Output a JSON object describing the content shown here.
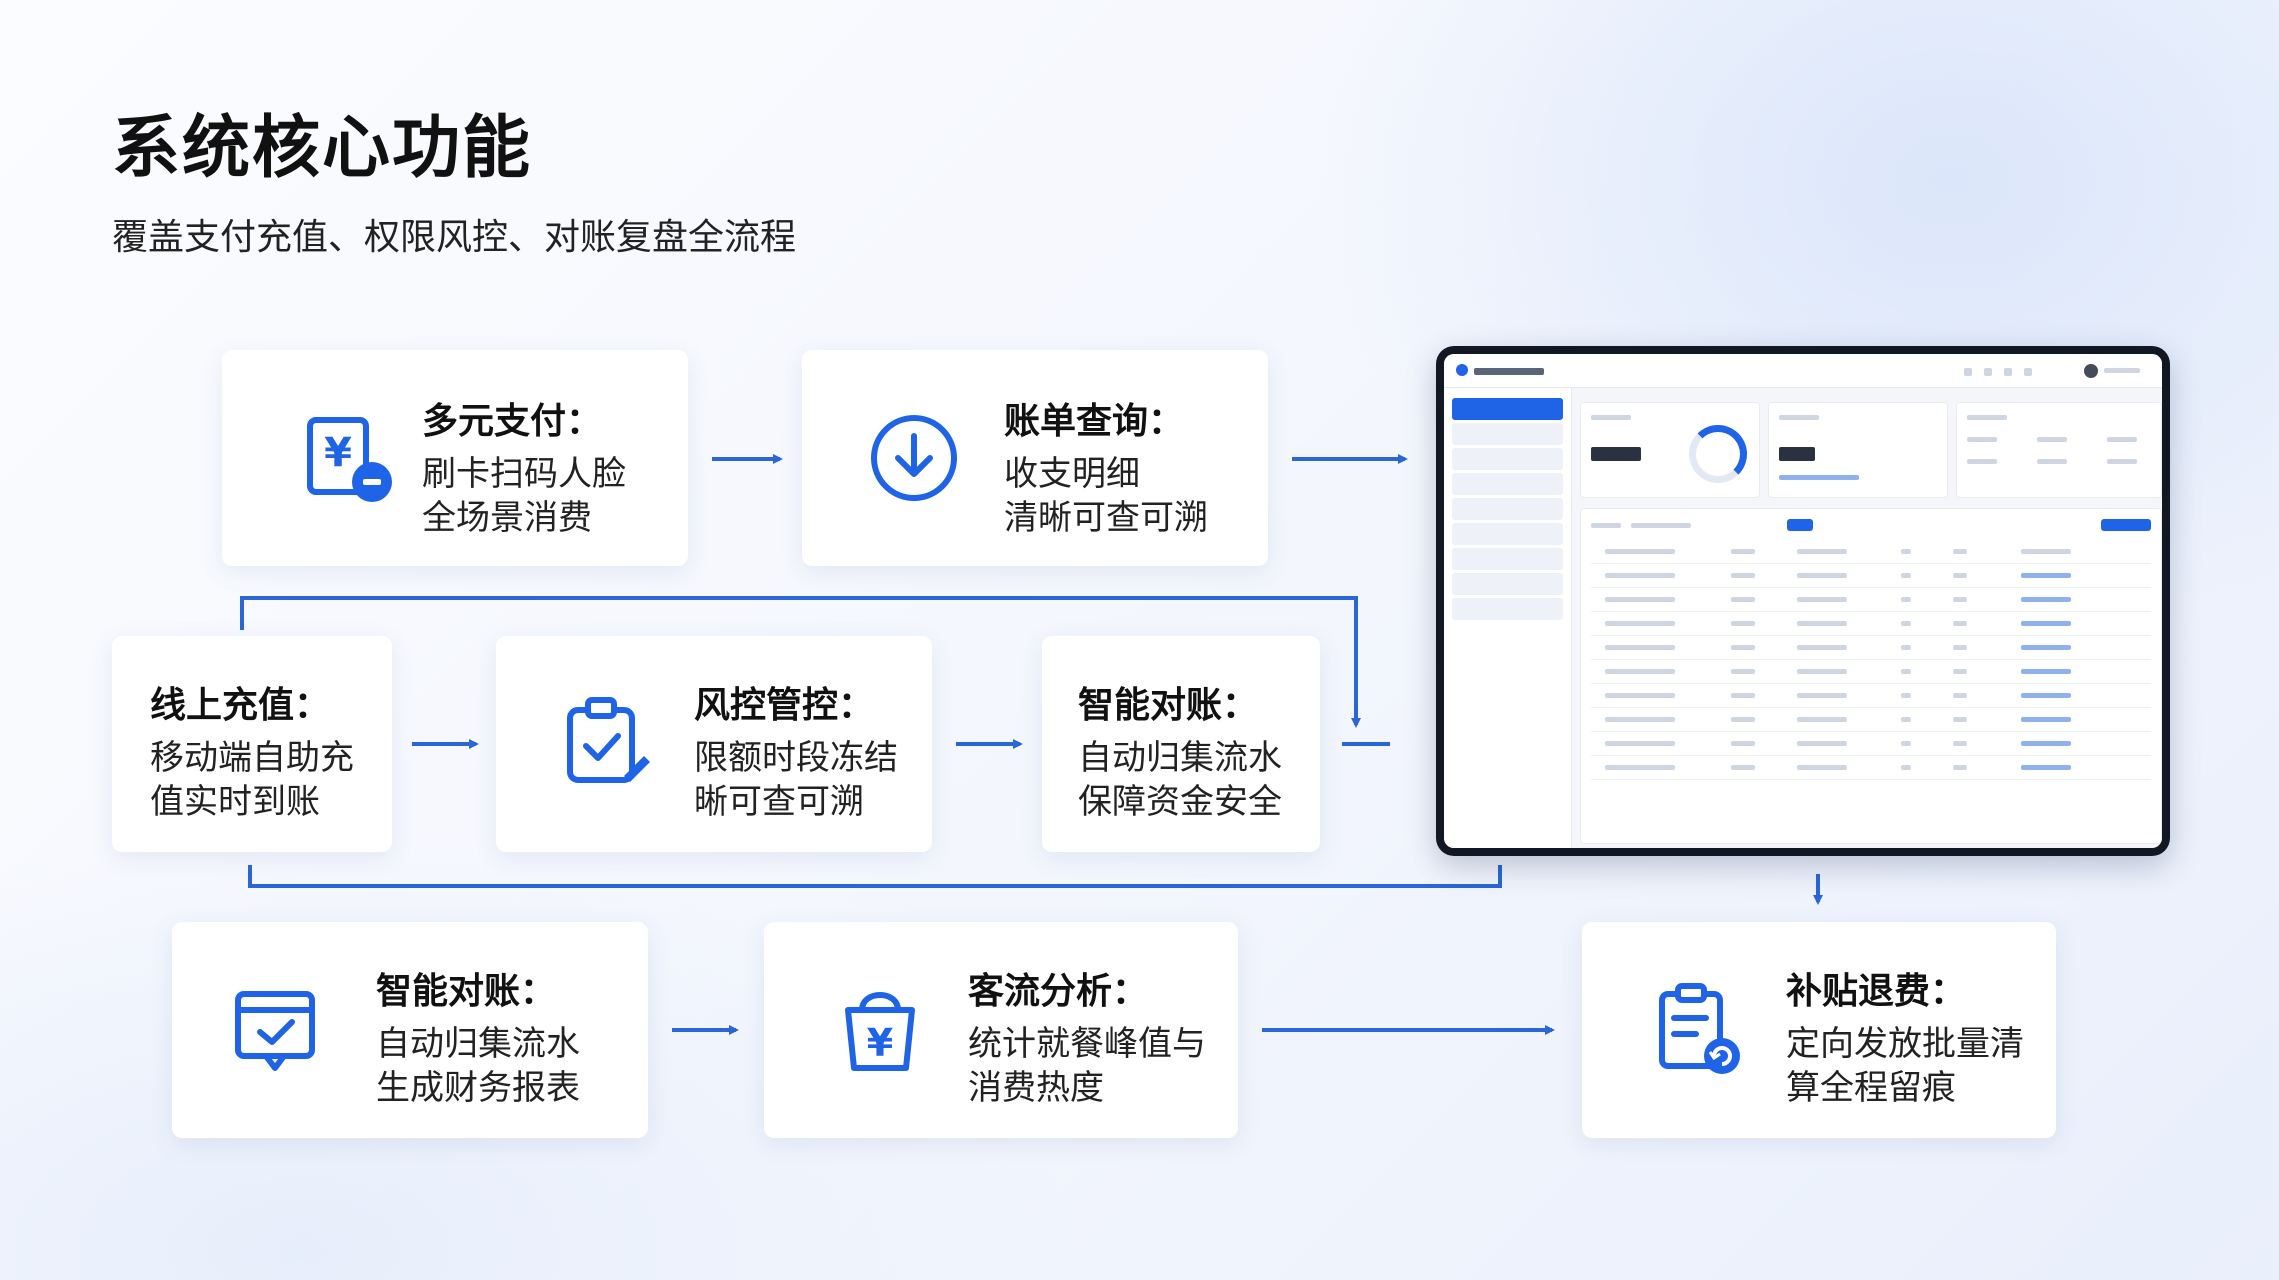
{
  "header": {
    "title": "系统核心功能",
    "subtitle": "覆盖支付充值、权限风控、对账复盘全流程"
  },
  "cards": [
    {
      "id": "multi-pay",
      "title": "多元支付：",
      "lines": [
        "刷卡扫码人脸",
        "全场景消费"
      ],
      "icon": "receipt-yen-icon"
    },
    {
      "id": "bill-query",
      "title": "账单查询：",
      "lines": [
        "收支明细",
        "清晰可查可溯"
      ],
      "icon": "download-circle-icon"
    },
    {
      "id": "online-recharge",
      "title": "线上充值：",
      "lines": [
        "移动端自助充",
        "值实时到账"
      ],
      "icon": ""
    },
    {
      "id": "risk-control",
      "title": "风控管控：",
      "lines": [
        "限额时段冻结",
        "晰可查可溯"
      ],
      "icon": "clipboard-check-icon"
    },
    {
      "id": "smart-reconcile-1",
      "title": "智能对账：",
      "lines": [
        "自动归集流水",
        "保障资金安全"
      ],
      "icon": ""
    },
    {
      "id": "smart-reconcile-2",
      "title": "智能对账：",
      "lines": [
        "自动归集流水",
        "生成财务报表"
      ],
      "icon": "report-check-icon"
    },
    {
      "id": "traffic-analysis",
      "title": "客流分析：",
      "lines": [
        "统计就餐峰值与",
        "消费热度"
      ],
      "icon": "bag-yen-icon"
    },
    {
      "id": "subsidy-refund",
      "title": "补贴退费：",
      "lines": [
        "定向发放批量清",
        "算全程留痕"
      ],
      "icon": "clipboard-refresh-icon"
    }
  ],
  "colors": {
    "accent": "#1f63e6",
    "connector": "#2a66d6",
    "card_bg": "#ffffff",
    "title_text": "#111111"
  }
}
